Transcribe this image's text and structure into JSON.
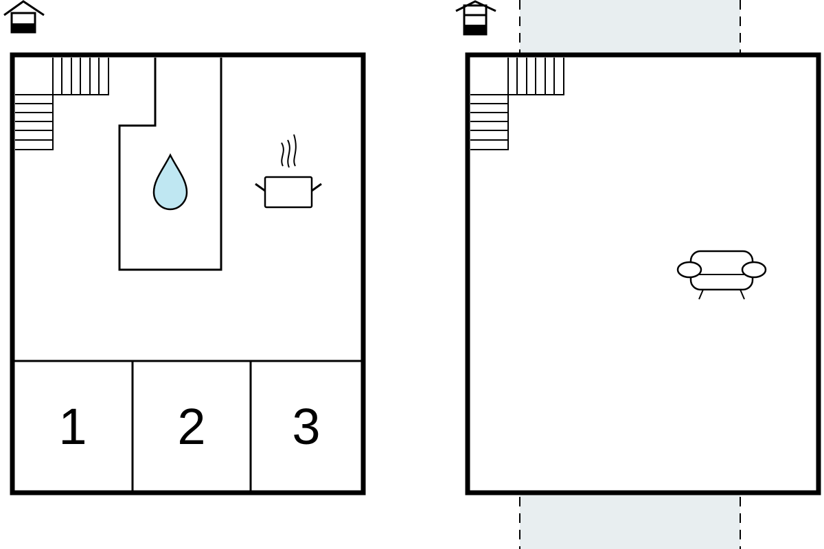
{
  "floors": [
    {
      "name": "ground-floor",
      "icons": [
        "house-icon",
        "stairs-icon",
        "water-drop-icon",
        "cooking-pot-icon"
      ],
      "rooms": [
        {
          "label": "1"
        },
        {
          "label": "2"
        },
        {
          "label": "3"
        }
      ]
    },
    {
      "name": "upper-floor",
      "icons": [
        "house-upper-icon",
        "stairs-icon",
        "armchair-icon"
      ]
    }
  ],
  "colors": {
    "wall": "#000000",
    "water": "#bfe7f2",
    "outdoor_area": "#e8eef0"
  }
}
